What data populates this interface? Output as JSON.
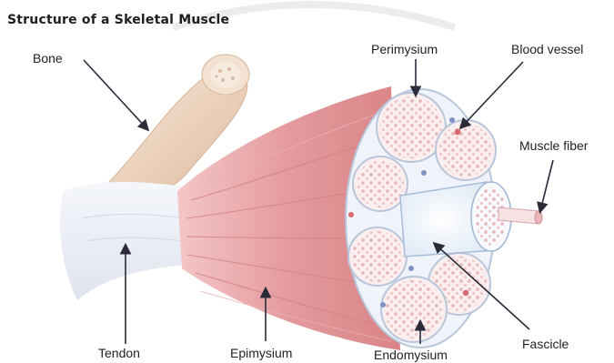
{
  "title": "Structure of a Skeletal Muscle",
  "labels": {
    "bone": "Bone",
    "perimysium": "Perimysium",
    "blood_vessel": "Blood vessel",
    "muscle_fiber": "Muscle fiber",
    "tendon": "Tendon",
    "epimysium": "Epimysium",
    "endomysium": "Endomysium",
    "fascicle": "Fascicle"
  },
  "colors": {
    "muscle": "#e8a3a3",
    "muscle_dark": "#cf7d80",
    "tendon": "#eef0f6",
    "bone": "#edd5c2",
    "fascicle_fill": "#fbeeee",
    "fiber_dot": "#e5b3b6",
    "vessel": "#d9696f",
    "connective_outline": "#b8c6dc"
  }
}
